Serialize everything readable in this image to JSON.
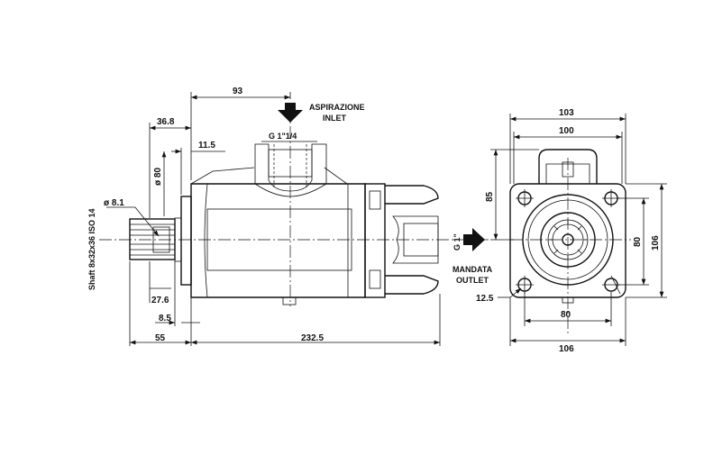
{
  "labels": {
    "inlet_it": "ASPIRAZIONE",
    "inlet_en": "INLET",
    "inlet_port": "G 1\"1/4",
    "outlet_it": "MANDATA",
    "outlet_en": "OUTLET",
    "outlet_port": "G 1\"",
    "shaft": "Shaft 8x32x36 ISO 14"
  },
  "dims": {
    "d93": "93",
    "d36_8": "36.8",
    "d11_5": "11.5",
    "phi80": "ø 80",
    "phi8_1": "ø 8.1",
    "d27_6": "27.6",
    "d8_5": "8.5",
    "d55": "55",
    "d232_5": "232.5",
    "d103": "103",
    "d100": "100",
    "d85": "85",
    "d80_right": "80",
    "d106_right": "106",
    "d12_5": "12.5",
    "d80_bottom": "80",
    "d106_bottom": "106"
  },
  "colors": {
    "line": "#111111",
    "background": "#ffffff"
  }
}
